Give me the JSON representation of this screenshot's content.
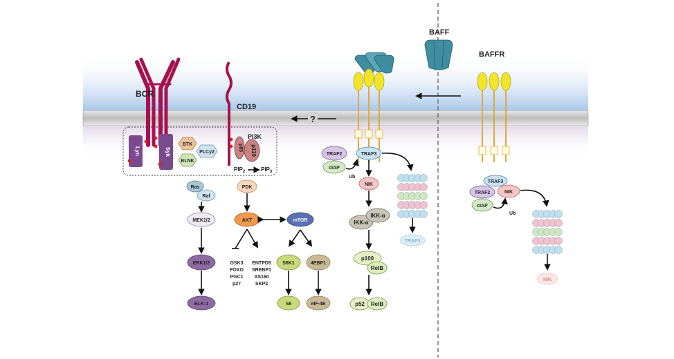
{
  "receptors": {
    "bcr": "BCR",
    "cd19": "CD19",
    "baff": "BAFF",
    "baffr": "BAFFR",
    "question_mark": "?"
  },
  "kinases": {
    "lyn": "Lyn",
    "syk": "Syk",
    "btk": "BTK",
    "plcg2": "PLCγ2",
    "blnk": "BLNK",
    "pi3k": "PI3K",
    "p85": "p85",
    "p110": "p110",
    "pip2": "PIP",
    "pip2_sub": "2",
    "pip3": "PIP",
    "pip3_sub": "3"
  },
  "mapk": {
    "ras": "Ras",
    "raf": "Raf",
    "mek": "MEK1/2",
    "erk": "ERK1/2",
    "elk": "ELK-1"
  },
  "akt_path": {
    "pdk": "PDK",
    "akt": "AKT",
    "mtor": "mTOR",
    "s6k1": "S6K1",
    "ebp1": "4EBP1",
    "s6": "S6",
    "eif4e": "eIF-4E",
    "targets_left": [
      "GSK3",
      "FOXO",
      "PGC1",
      "p27"
    ],
    "targets_right": [
      "ENTPD5",
      "SREBP1",
      "AS160",
      "SKP2"
    ]
  },
  "nfkb": {
    "traf2": "TRAF2",
    "traf3": "TRAF3",
    "ciap": "cIAP",
    "ub": "Ub",
    "nik": "NIK",
    "ikk_a1": "IKK-α",
    "ikk_a2": "IKK-α",
    "p100": "p100",
    "relb1": "RelB",
    "p52": "p52",
    "relb2": "RelB",
    "traf3_degraded": "TRAF3"
  },
  "baffr_side": {
    "traf3": "TRAF3",
    "traf2": "TRAF2",
    "nik": "NIK",
    "ciap": "cIAP",
    "ub": "Ub",
    "nik_degraded": "NIK"
  },
  "colors": {
    "extracellular_band": "#bcd4ee",
    "membrane": "#c9c9c9",
    "cytoplasm_band": "#ebe3ef",
    "bcr": "#a5124f",
    "lyn_syk": "#7a4a8c",
    "btk": "#f1c39b",
    "plcg2": "#cde4ef",
    "blnk": "#cfe6b6",
    "pi3k": "#c98383",
    "pdk": "#f8d8bd",
    "akt": "#ef9a4e",
    "mtor": "#5b6fb3",
    "s6k": "#c8db7a",
    "ebp": "#c9b994",
    "erk": "#8f6ba3",
    "traf2": "#d7c5e7",
    "traf3": "#c7e2f3",
    "ciap": "#d3ebc5",
    "nik": "#f8c5c5",
    "ikk": "#c9c4b5",
    "p100": "#e6efc4",
    "relb": "#dcefbf",
    "baff": "#3f8ea0",
    "yellow_domain": "#f1e42a",
    "stalk": "#e0a93a"
  }
}
